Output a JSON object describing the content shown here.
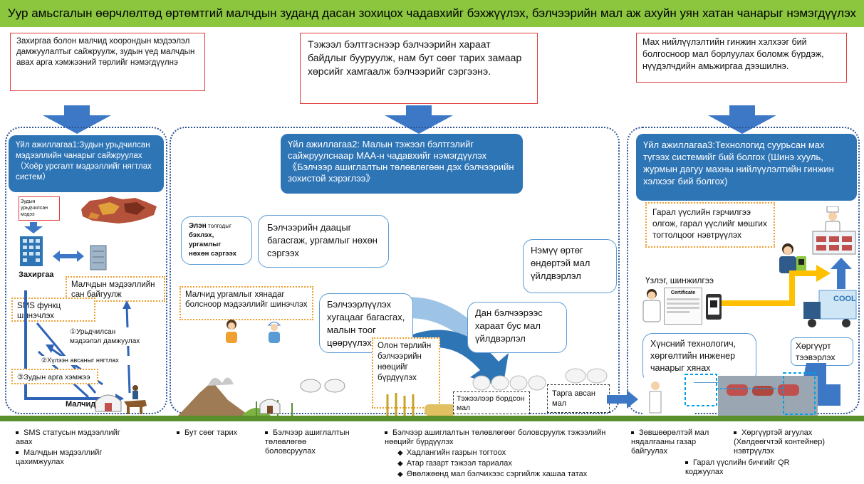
{
  "banner": {
    "title": "Уур амьсгалын өөрчлөлтөд өртөмтгий малчдын зуданд дасан зохицох чадавхийг бэхжүүлэх, бэлчээрийн мал аж ахуйн уян хатан чанарыг  нэмэгдүүлэх"
  },
  "goals": [
    "Захиргаа болон малчид хоорондын мэдээлэл дамжуулалтыг сайжруулж, зудын үед малчдын авах арга хэмжээний төрлийг нэмэгдүүлнэ",
    "Тэжээл бэлтгэснээр бэлчээрийн хараат байдлыг бууруулж, нам бут сөөг тарих замаар хөрсийг хамгаалж бэлчээрийг сэргээнэ.",
    "Мах нийлүүлэлтийн гинжин хэлхээг бий болгосноор мал борлуулах боломж бүрдэж, нүүдэлчдийн амьжиргаа дээшилнэ."
  ],
  "activities": [
    {
      "title": "Үйл ажиллагаа1:Зудын урьдчилсан мэдээллийн чанарыг сайжруулах",
      "subtitle": "（Хоёр урсгалт мэдээллийг нягтлах систем）"
    },
    {
      "title": "Үйл ажиллагаа2: Малын тэжээл бэлтгэлийг сайжруулснаар МАА-н чадавхийг нэмэгдүүлэх",
      "subtitle": "《Бэлчээр ашиглалтын төлөвлөгөөн дэх бэлчээрийн зохистой хэрэглээ》"
    },
    {
      "title": "Үйл ажиллагаа3:Технологид суурьсан мах түгээх системийг бий болгох (Шинэ хууль, журмын дагуу махны нийлүүлэлтийн гинжин хэлхээг бий болгох)",
      "subtitle": ""
    }
  ],
  "section1": {
    "map_label": "Зудын урьдчилсан мэдээ",
    "admin": "Захиргаа",
    "herder_db": "Малчдын мэдээллийн сан байгуулж",
    "sms": "SMS функц шинэчлэх",
    "step1": "①Урьдчилсан мэдээлэл дамжуулах",
    "step2": "②Хүлээн авсаныг нягтлах",
    "step3": "③Зудын арга хэмжээ",
    "herder": "Малчид"
  },
  "section2": {
    "bubble_restore_bold": "Элэн",
    "bubble_restore_rest": " толгодыг",
    "bubble_restore_lines": [
      "бэхлэх,",
      "ургамлыг",
      "нөхөн сэргээх"
    ],
    "bubble_grazing": "Бэлчээрийн даацыг багасгаж, ургамлыг нөхөн сэргээх",
    "monitoring": "Малчид ургамлыг хянадаг болсноор мэдээллийг шинэчлэх",
    "bubble_reduce": "Бэлчээрлүүлэх хугацааг багасгах, малын тоог цөөрүүлэх",
    "fodder": "Олон төрлийн бэлчээрийн нөөцийг бүрдүүлэх",
    "bubble_independent": "Дан бэлчээрээс хараат бус мал үйлдвэрлэл",
    "bubble_value": "Нэмүү өртөг өндөртэй мал үйлдвэрлэл",
    "fattened": "Тэжээлээр бордсон мал",
    "tagged": "Тарга авсан мал"
  },
  "section3": {
    "origin": "Гарал үүслийн гэрчилгээ олгож, гарал үүслийг мөшгих тогтолцоог нэвтрүүлэх",
    "inspection": "Үзлэг, шинжилгээ",
    "certificate": "Certificate",
    "tech": "Хүнсний технологич, хөргөлтийн инженер чанарыг хянах",
    "transport": "Хөргүүрт тээвэрлэх",
    "cool": "COOL"
  },
  "bottom": {
    "col1": [
      "SMS статусын мэдээллийг авах",
      "Малчдын мэдээллийг цахимжуулах"
    ],
    "col2": [
      "Бут сөөг тарих"
    ],
    "col3": [
      "Бэлчээр ашиглалтын төлөвлөгөө боловсруулах"
    ],
    "col4_head": "Бэлчээр ашиглалтын төлөвлөгөөг боловсруулж тэжээлийн нөөцийг бүрдүүлэх",
    "col4_items": [
      "Хадлангийн газрын тогтоох",
      "Атар газарт тэжээл тариалах",
      "Өвөлжөөнд мал бэлчихээс сэргийлж хашаа татах"
    ],
    "col5": [
      "Зөвшөөрөлтэй мал нядалгааны газар байгуулах"
    ],
    "col6": [
      "Хөргүүртэй агуулах (Хөлдөөгчтэй контейнер) нэвтрүүлэх"
    ],
    "col7": [
      "Гарал үүслийн бичгийг QR коджуулах"
    ]
  },
  "colors": {
    "banner": "#8cc63f",
    "accent_blue": "#2e75b6",
    "orange_dotted": "#f0a030",
    "red_border": "#e23b3b"
  }
}
